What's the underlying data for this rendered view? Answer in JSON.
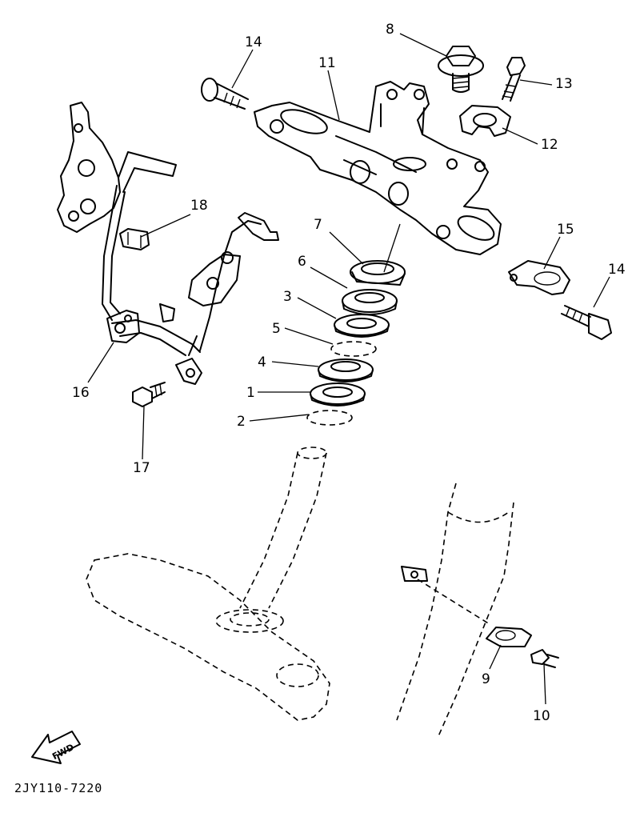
{
  "diagram": {
    "callouts": [
      {
        "id": "1",
        "text": "1"
      },
      {
        "id": "2",
        "text": "2"
      },
      {
        "id": "3",
        "text": "3"
      },
      {
        "id": "4",
        "text": "4"
      },
      {
        "id": "5",
        "text": "5"
      },
      {
        "id": "6",
        "text": "6"
      },
      {
        "id": "7",
        "text": "7"
      },
      {
        "id": "8",
        "text": "8"
      },
      {
        "id": "9",
        "text": "9"
      },
      {
        "id": "10",
        "text": "10"
      },
      {
        "id": "11",
        "text": "11"
      },
      {
        "id": "12",
        "text": "12"
      },
      {
        "id": "13",
        "text": "13"
      },
      {
        "id": "14a",
        "text": "14"
      },
      {
        "id": "14b",
        "text": "14"
      },
      {
        "id": "15",
        "text": "15"
      },
      {
        "id": "16",
        "text": "16"
      },
      {
        "id": "17",
        "text": "17"
      },
      {
        "id": "18",
        "text": "18"
      }
    ],
    "fwd_label": "FWD",
    "drawing_code": "2JY110-7220"
  }
}
